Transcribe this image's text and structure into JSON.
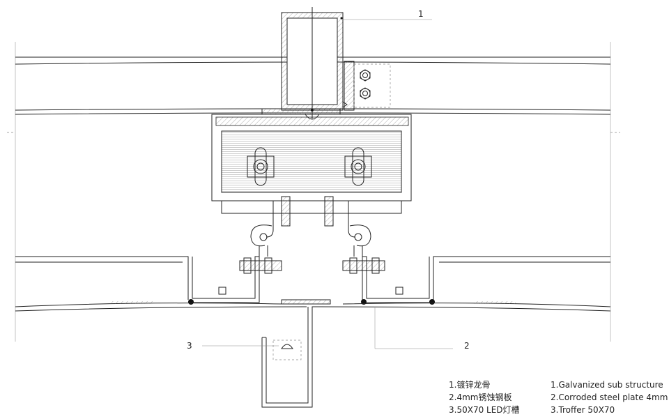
{
  "callouts": [
    {
      "number": "1"
    },
    {
      "number": "2"
    },
    {
      "number": "3"
    }
  ],
  "legend": {
    "chinese": [
      "1.镀锌龙骨",
      "2.4mm锈蚀钢板",
      "3.50X70 LED灯槽"
    ],
    "english": [
      "1.Galvanized sub structure",
      "2.Corroded steel plate 4mm",
      "3.Troffer 50X70"
    ]
  }
}
